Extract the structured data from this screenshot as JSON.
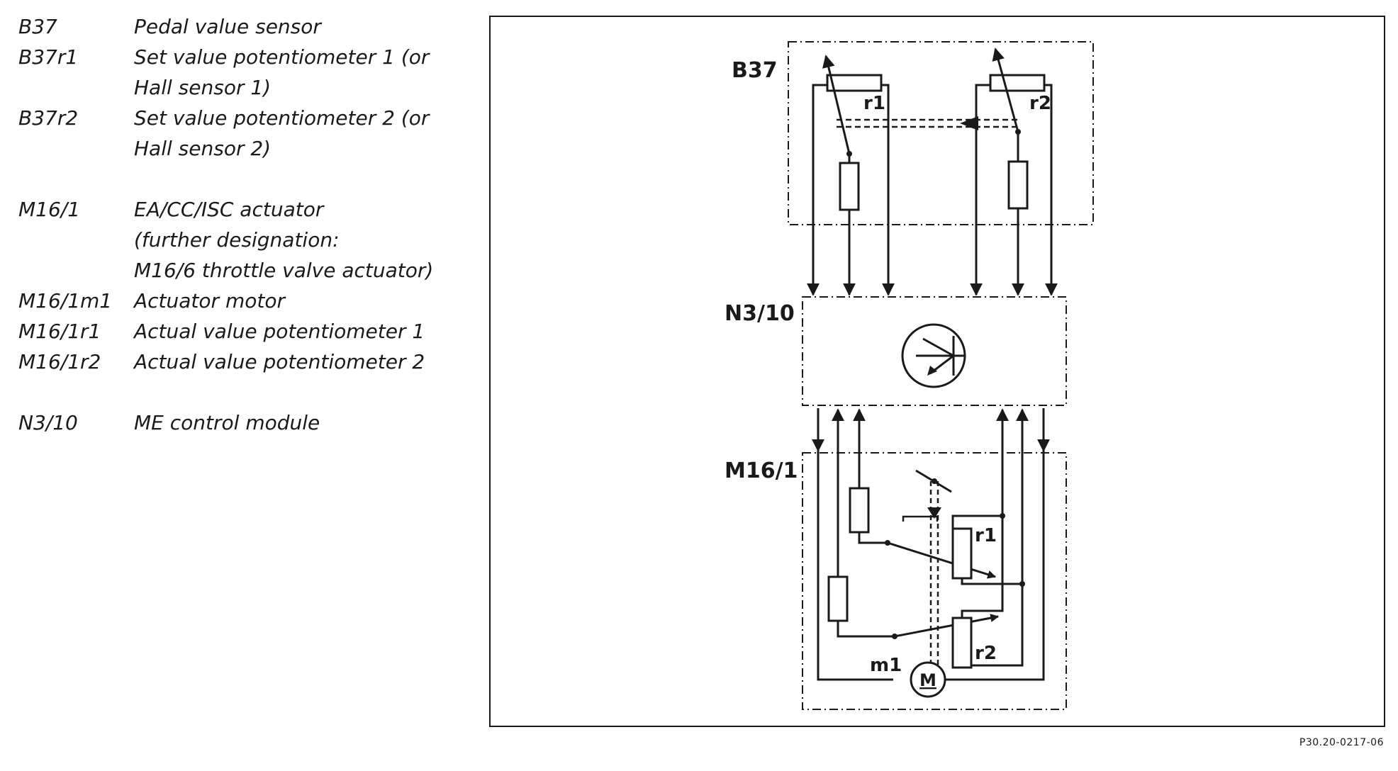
{
  "legend": [
    {
      "code": "B37",
      "lines": [
        "Pedal value sensor"
      ]
    },
    {
      "code": "B37r1",
      "lines": [
        "Set value potentiometer 1 (or",
        "Hall sensor 1)"
      ]
    },
    {
      "code": "B37r2",
      "lines": [
        "Set value potentiometer 2 (or",
        "Hall sensor 2)"
      ]
    },
    {
      "code": "M16/1",
      "lines": [
        "EA/CC/ISC actuator",
        "(further designation:",
        "M16/6 throttle valve actuator)"
      ]
    },
    {
      "code": "M16/1m1",
      "lines": [
        "Actuator motor"
      ]
    },
    {
      "code": "M16/1r1",
      "lines": [
        "Actual value potentiometer 1"
      ]
    },
    {
      "code": "M16/1r2",
      "lines": [
        "Actual value potentiometer 2"
      ]
    },
    {
      "code": "N3/10",
      "lines": [
        "ME control module"
      ]
    }
  ],
  "diagram": {
    "label_b37": "B37",
    "label_n310": "N3/10",
    "label_m161": "M16/1",
    "label_r1_top": "r1",
    "label_r2_top": "r2",
    "label_r1_bottom": "r1",
    "label_r2_bottom": "r2",
    "label_m1": "m1",
    "motor_symbol": "M"
  },
  "figure_ref": "P30.20-0217-06"
}
